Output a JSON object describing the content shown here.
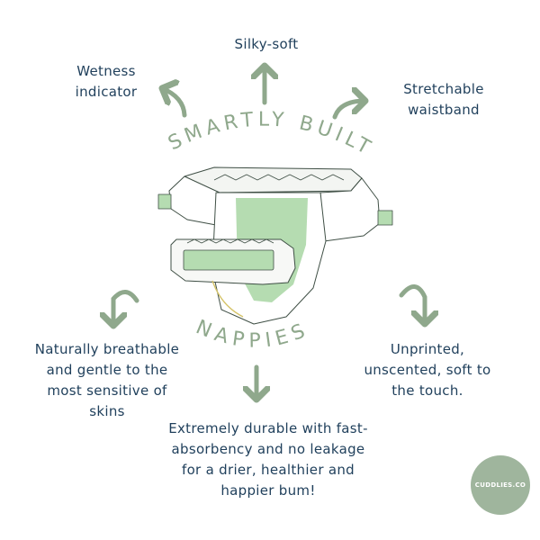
{
  "features": {
    "silky": "Silky-soft",
    "wetness": [
      "Wetness",
      "indicator"
    ],
    "waistband": [
      "Stretchable",
      "waistband"
    ],
    "breathable": [
      "Naturally breathable",
      "and gentle to the",
      "most sensitive of",
      "skins"
    ],
    "unprinted": [
      "Unprinted,",
      "unscented, soft to",
      "the touch."
    ],
    "durable": [
      "Extremely durable with fast-",
      "absorbency and no leakage",
      "for a drier, healthier and",
      "happier bum!"
    ]
  },
  "arc_text": {
    "top": "SMARTLY BUILT",
    "bottom": "NAPPIES"
  },
  "badge": "CUDDLIES.CO",
  "colors": {
    "text": "#1f3f5b",
    "sage": "#8fa88c",
    "green_pad": "#b5dcb1",
    "outline": "#3f4f45",
    "badge": "#9fb59d"
  }
}
